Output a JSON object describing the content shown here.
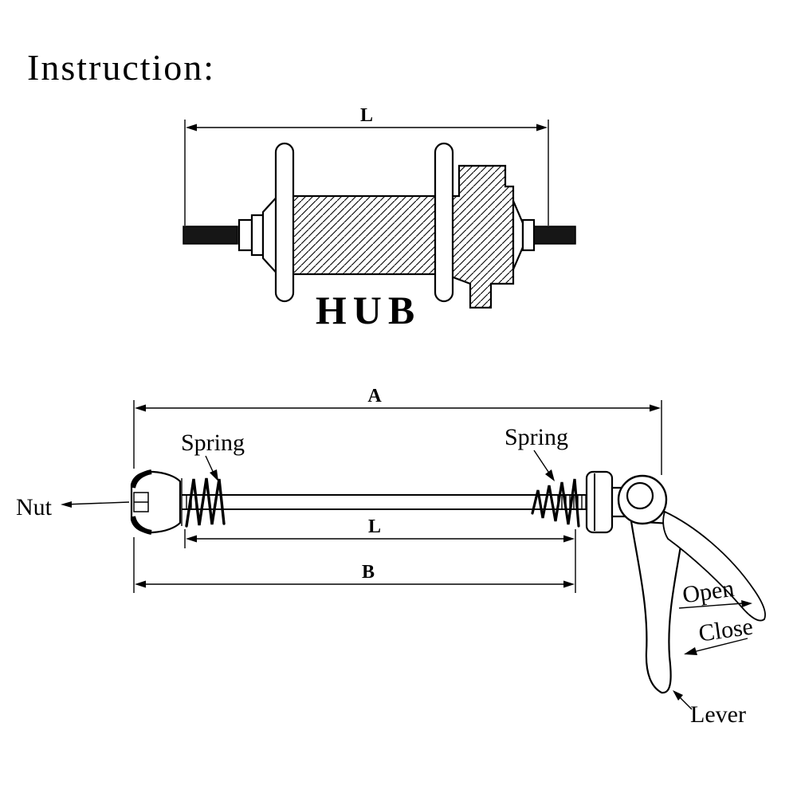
{
  "title": "Instruction:",
  "hub": {
    "label": "HUB",
    "dim_l": "L"
  },
  "skewer": {
    "dim_a": "A",
    "dim_l": "L",
    "dim_b": "B",
    "spring_left": "Spring",
    "spring_right": "Spring",
    "nut": "Nut",
    "open": "Open",
    "close": "Close",
    "lever": "Lever"
  }
}
